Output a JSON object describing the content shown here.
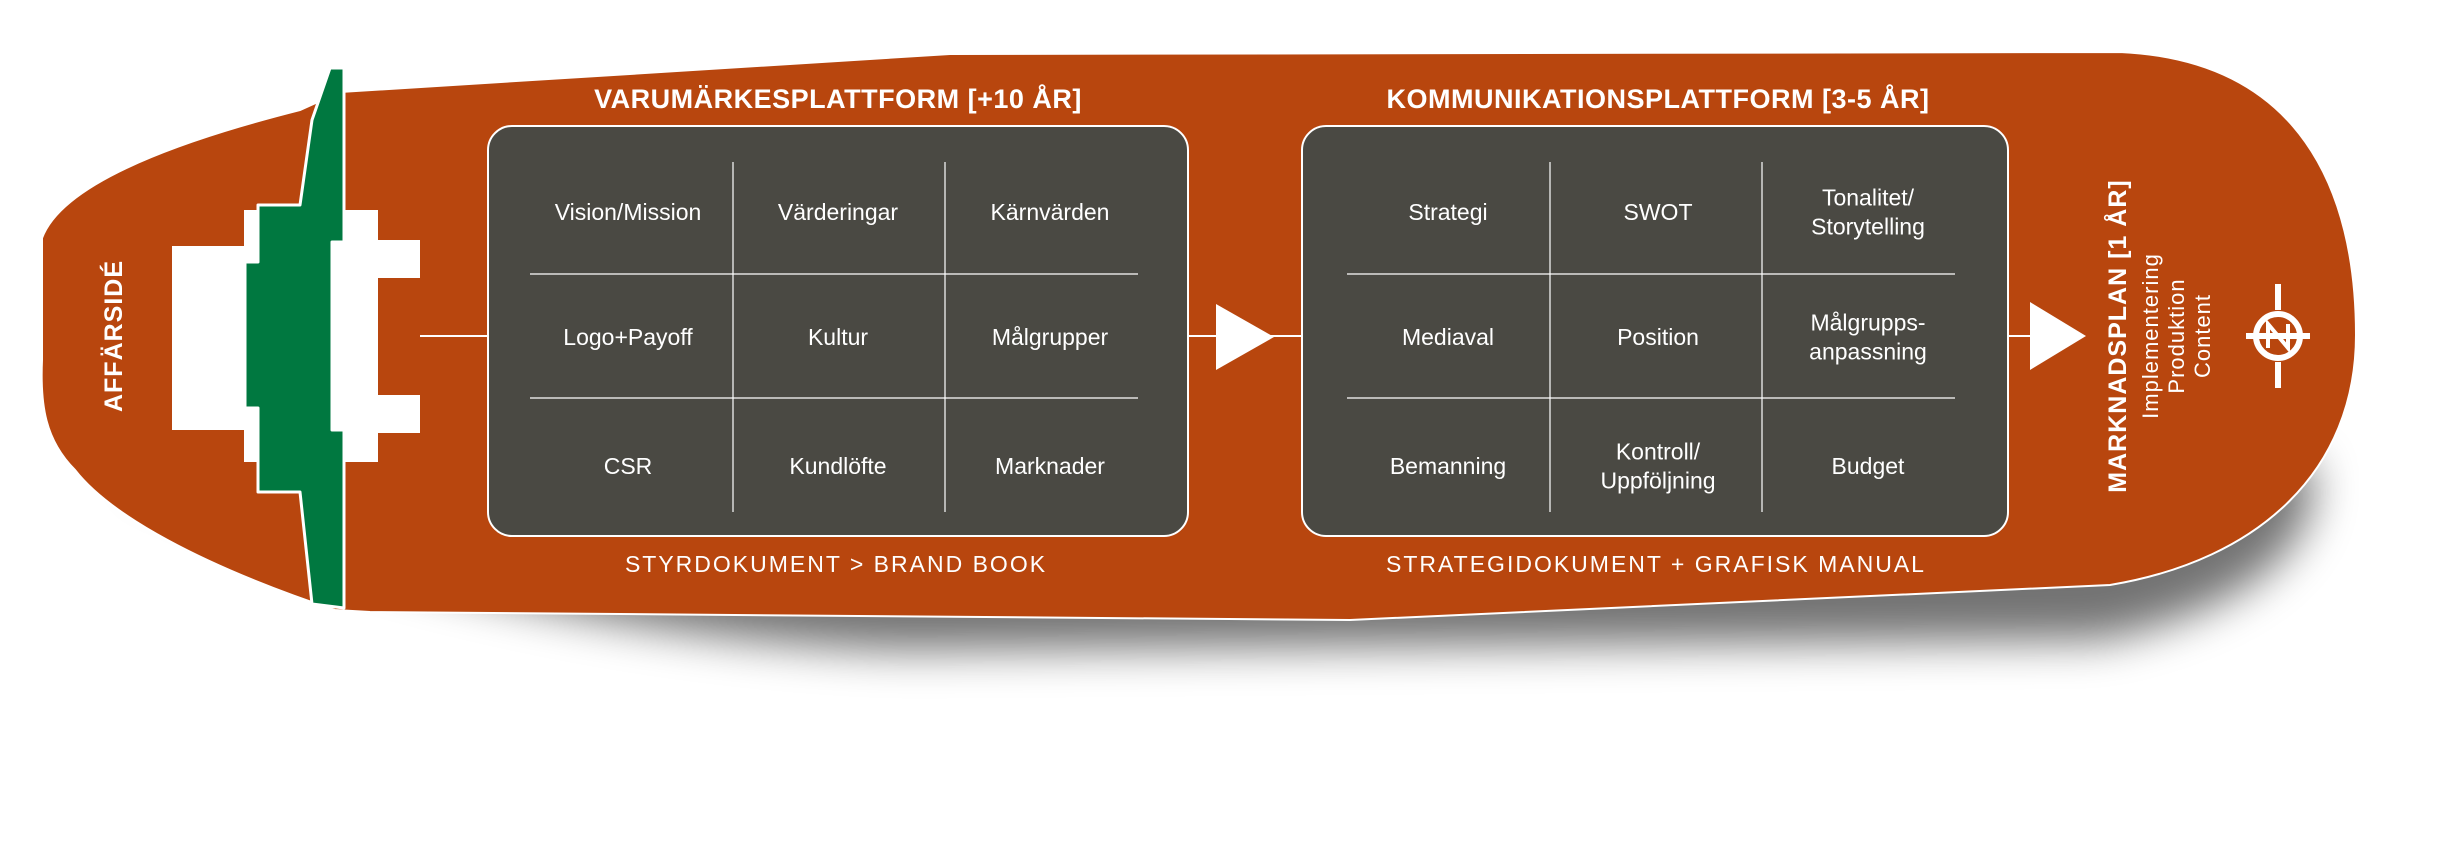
{
  "left_label": "AFFÄRSIDÉ",
  "panels": [
    {
      "title": "VARUMÄRKESPLATTFORM [+10 ÅR]",
      "subtitle": "STYRDOKUMENT > BRAND BOOK",
      "cells": [
        [
          "Vision/Mission"
        ],
        [
          "Värderingar"
        ],
        [
          "Kärnvärden"
        ],
        [
          "Logo+Payoff"
        ],
        [
          "Kultur"
        ],
        [
          "Målgrupper"
        ],
        [
          "CSR"
        ],
        [
          "Kundlöfte"
        ],
        [
          "Marknader"
        ]
      ]
    },
    {
      "title": "KOMMUNIKATIONSPLATTFORM [3-5 ÅR]",
      "subtitle": "STRATEGIDOKUMENT + GRAFISK MANUAL",
      "cells": [
        [
          "Strategi"
        ],
        [
          "SWOT"
        ],
        [
          "Tonalitet/",
          "Storytelling"
        ],
        [
          "Mediaval"
        ],
        [
          "Position"
        ],
        [
          "Målgrupps-",
          "anpassning"
        ],
        [
          "Bemanning"
        ],
        [
          "Kontroll/",
          "Uppföljning"
        ],
        [
          "Budget"
        ]
      ]
    }
  ],
  "right_label": {
    "title": "MARKNADSPLAN [1 ÅR]",
    "items": [
      "Implementering",
      "Produktion",
      "Content"
    ]
  },
  "colors": {
    "hull": "#b8460e",
    "panel": "#4a4943",
    "mast": "#007840",
    "line": "#ffffff"
  },
  "icons": [
    "logo-circle-icon",
    "arrow-right-icon"
  ]
}
